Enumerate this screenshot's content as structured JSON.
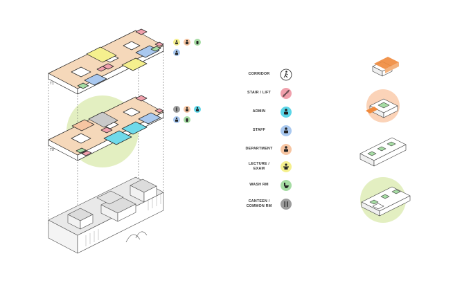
{
  "legend": {
    "items": [
      {
        "label": "CORRIDOR",
        "icon": "walking-person-icon",
        "color": "#ffffff"
      },
      {
        "label": "STAIR / LIFT",
        "icon": "stairs-icon",
        "color": "#f0a0ac"
      },
      {
        "label": "ADMIN",
        "icon": "admin-person-icon",
        "color": "#5cd6e8"
      },
      {
        "label": "STAFF",
        "icon": "staff-person-icon",
        "color": "#a9c8ef"
      },
      {
        "label": "DEPARTMENT",
        "icon": "department-person-icon",
        "color": "#f7c5a2"
      },
      {
        "label": "LECTURE / EXAM",
        "icon": "lecture-desk-icon",
        "color": "#f5f08e"
      },
      {
        "label": "WASH RM",
        "icon": "toilet-icon",
        "color": "#a6dca4"
      },
      {
        "label": "CANTEEN / COMMON RM",
        "icon": "cutlery-icon",
        "color": "#9c9c9c"
      }
    ]
  },
  "floors": [
    {
      "level": "T1",
      "icons": [
        "lecture-desk-icon",
        "department-person-icon",
        "toilet-icon",
        "staff-person-icon"
      ]
    },
    {
      "level": "T0",
      "icons": [
        "cutlery-icon",
        "department-person-icon",
        "admin-person-icon",
        "staff-person-icon",
        "toilet-icon"
      ]
    }
  ],
  "colors": {
    "corridor": "#f5d8ba",
    "stair": "#f0a0ac",
    "admin": "#6fdaea",
    "staff": "#a9c8ef",
    "department": "#f7c5a2",
    "lecture": "#f5f08e",
    "wash": "#a6dca4",
    "canteen": "#c9c9c9",
    "halo_green": "#e3efc1",
    "halo_orange": "#fbd3b8",
    "accent_orange": "#f08a3c",
    "outline": "#222222"
  }
}
